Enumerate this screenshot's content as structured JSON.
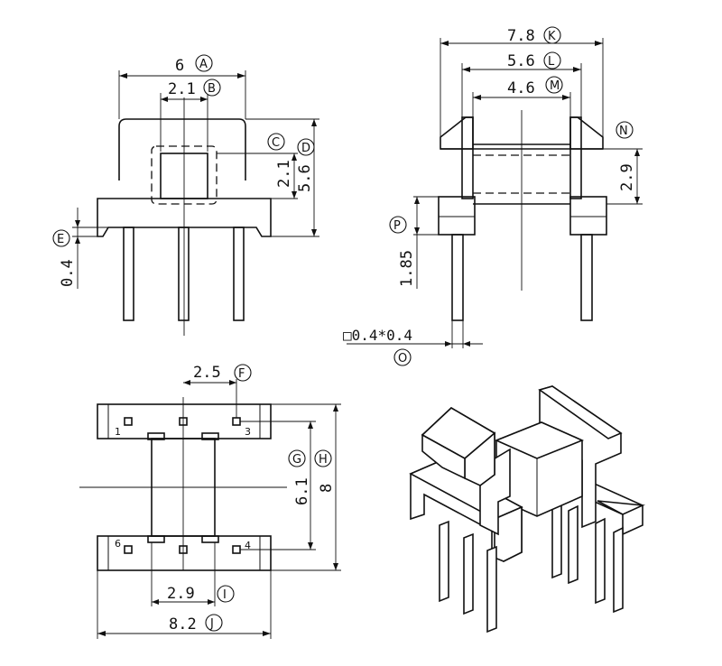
{
  "title": "",
  "front_view": {
    "dims": {
      "A": "6",
      "B": "2.1",
      "C_D_inner": "2.1",
      "D": "5.6",
      "E": "0.4"
    }
  },
  "side_view": {
    "dims": {
      "K": "7.8",
      "L": "5.6",
      "M": "4.6",
      "N": "2.9",
      "P": "1.85",
      "O": "□0.4*0.4"
    }
  },
  "top_view": {
    "dims": {
      "F": "2.5",
      "G": "6.1",
      "H": "8",
      "I": "2.9",
      "J": "8.2"
    },
    "pins": [
      "1",
      "3",
      "6",
      "4"
    ]
  },
  "labels": {
    "A": "A",
    "B": "B",
    "C": "C",
    "D": "D",
    "E": "E",
    "F": "F",
    "G": "G",
    "H": "H",
    "I": "I",
    "J": "J",
    "K": "K",
    "L": "L",
    "M": "M",
    "N": "N",
    "O": "O",
    "P": "P"
  },
  "views": [
    "front-view",
    "side-view",
    "top-view",
    "isometric-view"
  ]
}
